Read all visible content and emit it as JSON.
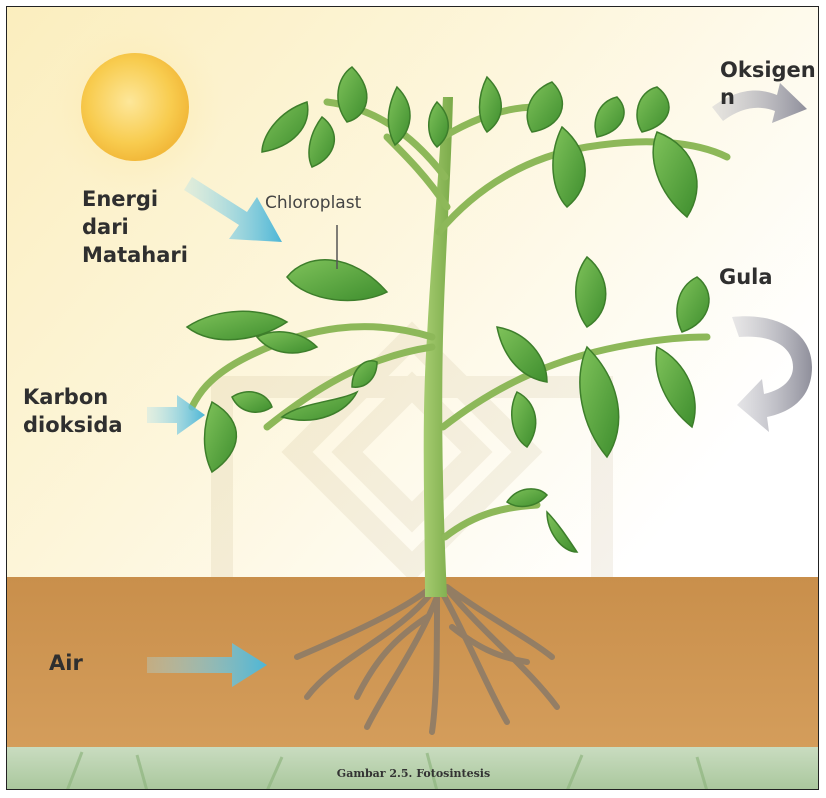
{
  "labels": {
    "energy": "Energi\ndari\nMatahari",
    "chloroplast": "Chloroplast",
    "oxygen": "Oksigen\nn",
    "sugar": "Gula",
    "carbon": "Karbon\ndioksida",
    "water": "Air"
  },
  "caption": "Gambar 2.5. Fotosintesis",
  "colors": {
    "sky_top": "#fbeebe",
    "sky_bottom": "#ffffff",
    "soil": "#cb9350",
    "sun": "#f9d25a",
    "leaf": "#5caa3f",
    "stem": "#8db859",
    "input_arrow": "#5cbfd9",
    "output_arrow": "#9a9aa5",
    "root": "#8a7a68"
  },
  "icons": [
    "sun-icon",
    "plant-icon",
    "energy-arrow-icon",
    "carbon-arrow-icon",
    "water-arrow-icon",
    "oxygen-arrow-icon",
    "sugar-cycle-arrow-icon"
  ]
}
